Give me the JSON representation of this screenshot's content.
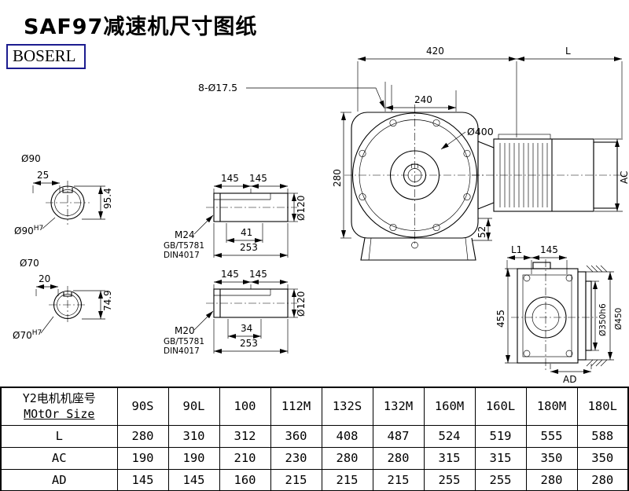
{
  "page": {
    "title": "SAF97减速机尺寸图纸",
    "brand": "BOSERL"
  },
  "sec90": {
    "dia": "Ø90",
    "key_w": "25",
    "key_h": "95.4",
    "bore": "Ø90",
    "tol": "H7"
  },
  "sec70": {
    "dia": "Ø70",
    "key_w": "20",
    "key_h": "74.9",
    "bore": "Ø70",
    "tol": "H7"
  },
  "shaft_m24": {
    "seg1": "145",
    "seg2": "145",
    "dia": "Ø120",
    "thread": "M24",
    "std1": "GB/T5781",
    "std2": "DIN4017",
    "len": "41",
    "total": "253"
  },
  "shaft_m20": {
    "seg1": "145",
    "seg2": "145",
    "dia": "Ø120",
    "thread": "M20",
    "std1": "GB/T5781",
    "std2": "DIN4017",
    "len": "34",
    "total": "253"
  },
  "front": {
    "w": "420",
    "l": "L",
    "holes": "8-Ø17.5",
    "d240": "240",
    "flange": "Ø400",
    "h": "280",
    "d52": "52",
    "ac": "AC"
  },
  "side": {
    "l1": "L1",
    "d145": "145",
    "h": "455",
    "spigot": "Ø350h6",
    "flange": "Ø450",
    "ad": "AD"
  },
  "table": {
    "hdr1": "Y2电机机座号",
    "hdr2": "MOtOr Size",
    "cols": [
      "90S",
      "90L",
      "100",
      "112M",
      "132S",
      "132M",
      "160M",
      "160L",
      "180M",
      "180L"
    ],
    "rows": [
      {
        "label": "L",
        "values": [
          "280",
          "310",
          "312",
          "360",
          "408",
          "487",
          "524",
          "519",
          "555",
          "588"
        ]
      },
      {
        "label": "AC",
        "values": [
          "190",
          "190",
          "210",
          "230",
          "280",
          "280",
          "315",
          "315",
          "350",
          "350"
        ]
      },
      {
        "label": "AD",
        "values": [
          "145",
          "145",
          "160",
          "215",
          "215",
          "215",
          "255",
          "255",
          "280",
          "280"
        ]
      }
    ]
  }
}
